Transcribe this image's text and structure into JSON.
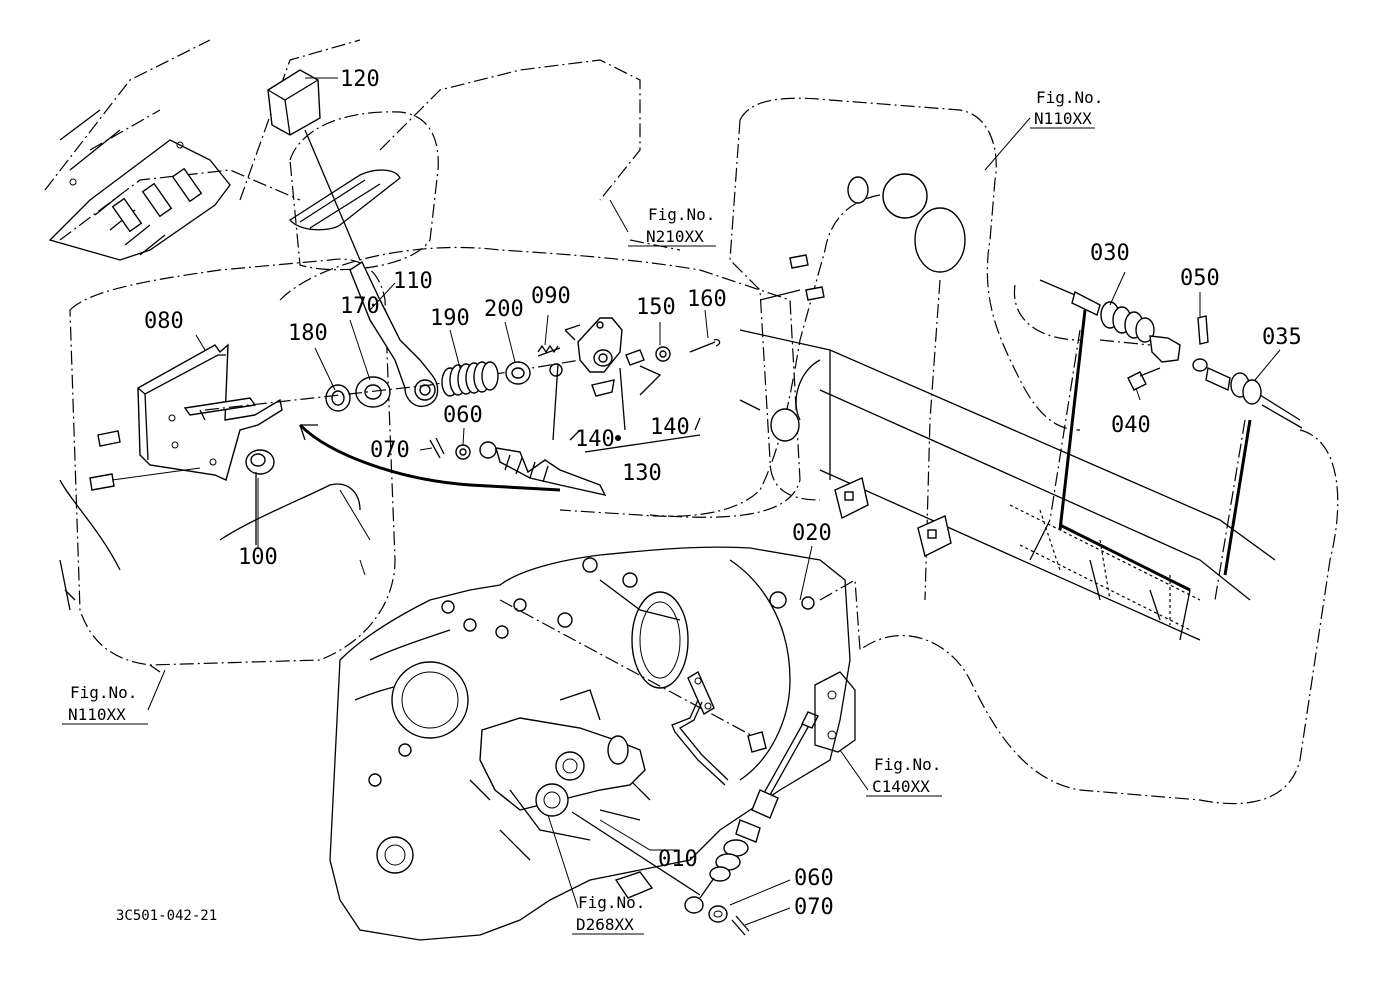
{
  "diagram": {
    "drawing_code": "3C501-042-21",
    "part_labels": [
      "120",
      "110",
      "170",
      "180",
      "080",
      "190",
      "200",
      "090",
      "150",
      "160",
      "060",
      "070",
      "140",
      "140",
      "130",
      "100",
      "030",
      "050",
      "035",
      "040",
      "020",
      "010",
      "060",
      "070"
    ],
    "figure_refs": [
      {
        "prefix": "Fig.No.",
        "code": "N110XX"
      },
      {
        "prefix": "Fig.No.",
        "code": "N210XX"
      },
      {
        "prefix": "Fig.No.",
        "code": "N110XX"
      },
      {
        "prefix": "Fig.No.",
        "code": "C140XX"
      },
      {
        "prefix": "Fig.No.",
        "code": "D268XX"
      }
    ]
  }
}
